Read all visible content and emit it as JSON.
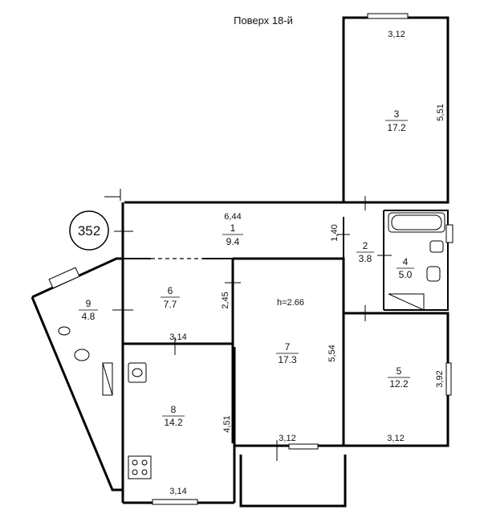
{
  "floor_title": "Поверх 18-й",
  "unit_badge": "352",
  "rooms": [
    {
      "id": "room-1",
      "number": "1",
      "area": "9.4"
    },
    {
      "id": "room-2",
      "number": "2",
      "area": "3.8"
    },
    {
      "id": "room-3",
      "number": "3",
      "area": "17.2"
    },
    {
      "id": "room-4",
      "number": "4",
      "area": "5.0"
    },
    {
      "id": "room-5",
      "number": "5",
      "area": "12.2"
    },
    {
      "id": "room-6",
      "number": "6",
      "area": "7.7"
    },
    {
      "id": "room-7",
      "number": "7",
      "area": "17.3"
    },
    {
      "id": "room-8",
      "number": "8",
      "area": "14.2"
    },
    {
      "id": "room-9",
      "number": "9",
      "area": "4.8"
    }
  ],
  "dimensions": {
    "room3_width": "3,12",
    "room3_height": "5,51",
    "room1_width": "6,44",
    "room1_height": "1,40",
    "room6_height": "2,45",
    "room8_width_top": "3,14",
    "room8_width_bottom": "3,14",
    "room8_height": "4,51",
    "room7_width": "3,12",
    "room7_height": "5,54",
    "room5_width": "3,12",
    "room5_height": "3,92"
  },
  "ceiling_height": "h=2.66"
}
